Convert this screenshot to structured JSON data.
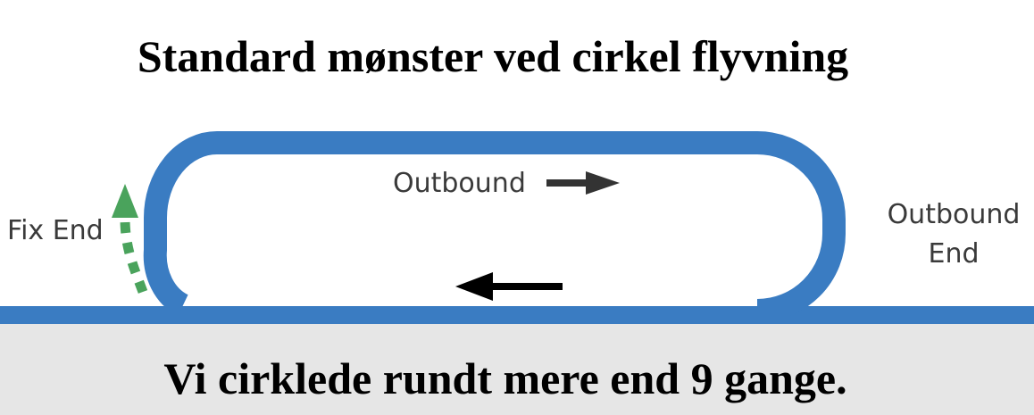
{
  "title": "Standard mønster ved cirkel flyvning",
  "caption": "Vi cirklede rundt mere end 9 gange.",
  "labels": {
    "fix_end": "Fix End",
    "outbound": "Outbound",
    "outbound_end_line1": "Outbound",
    "outbound_end_line2": "End"
  },
  "colors": {
    "track": "#3a7cc2",
    "ground": "#e6e6e6",
    "entry_arrow": "#4aa35c",
    "outbound_arrow": "#333333",
    "inbound_arrow": "#000000",
    "text": "#000000",
    "label": "#3a3a3a"
  },
  "icons": {
    "entry": "dashed-entry-arrow-icon",
    "outbound": "right-arrow-icon",
    "inbound": "left-arrow-icon"
  }
}
